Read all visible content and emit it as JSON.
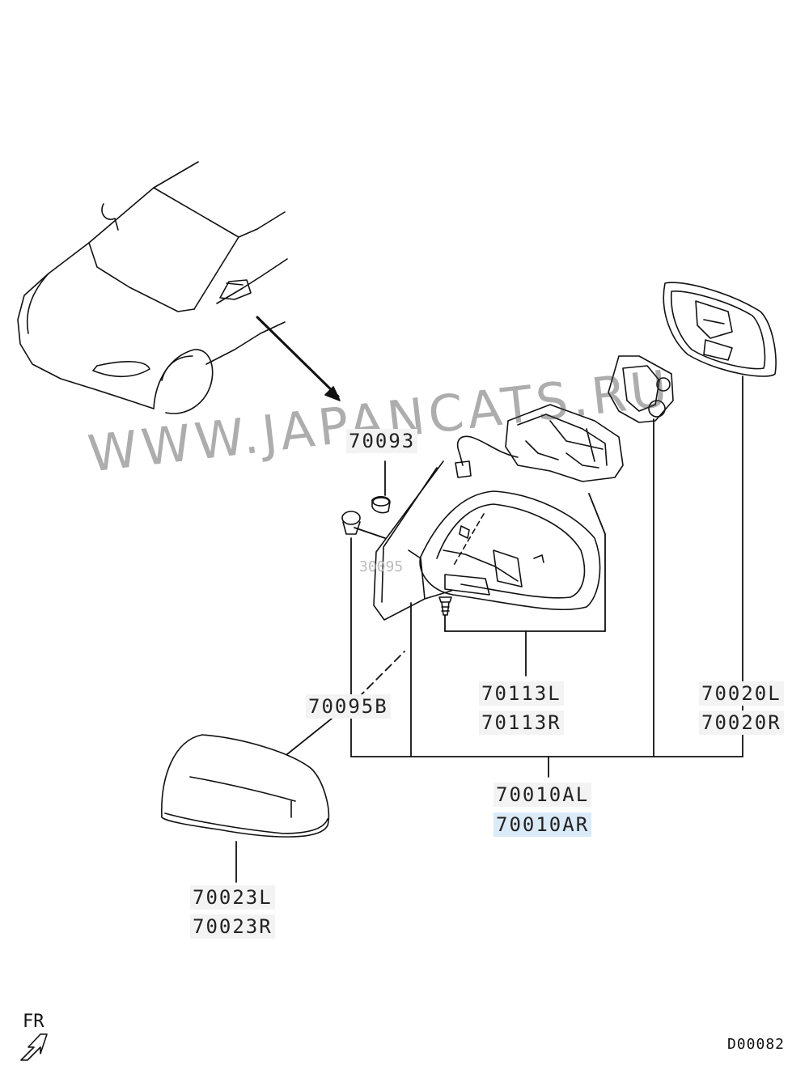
{
  "diagram": {
    "part_numbers": {
      "p70093": "70093",
      "p70095B": "70095B",
      "p70113L": "70113L",
      "p70113R": "70113R",
      "p70020L": "70020L",
      "p70020R": "70020R",
      "p70010AL": "70010AL",
      "p70010AR": "70010AR",
      "p70023L": "70023L",
      "p70023R": "70023R"
    },
    "watermark": "WWW.JAPANCATS.RU",
    "faint_label": "30095",
    "direction_label": "FR",
    "drawing_code": "D00082",
    "highlight_color": "#dbeaf7"
  }
}
